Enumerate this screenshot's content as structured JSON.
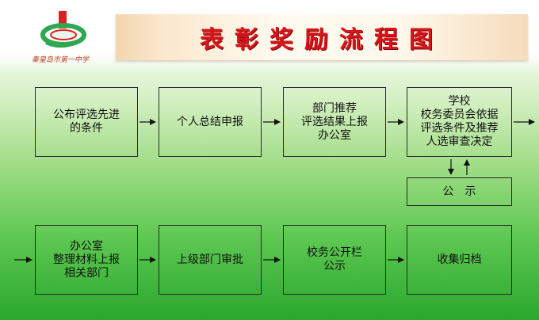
{
  "header": {
    "logo_text": "秦皇岛市第一中学",
    "title": "表彰奖励流程图"
  },
  "row1": [
    {
      "text": "公布评选先进\n的条件"
    },
    {
      "text": "个人总结申报"
    },
    {
      "text": "部门推荐\n评选结果上报\n办公室"
    },
    {
      "text": "学校\n校务委员会依据\n评选条件及推荐\n人选审查决定"
    }
  ],
  "publicity": {
    "text": "公　示"
  },
  "row2": [
    {
      "text": "办公室\n整理材料上报\n相关部门"
    },
    {
      "text": "上级部门审批"
    },
    {
      "text": "校务公开栏\n公示"
    },
    {
      "text": "收集归档"
    }
  ],
  "colors": {
    "title_red": "#d9141b",
    "box_border": "#2a2a2a",
    "background_green": "#5ec852"
  }
}
